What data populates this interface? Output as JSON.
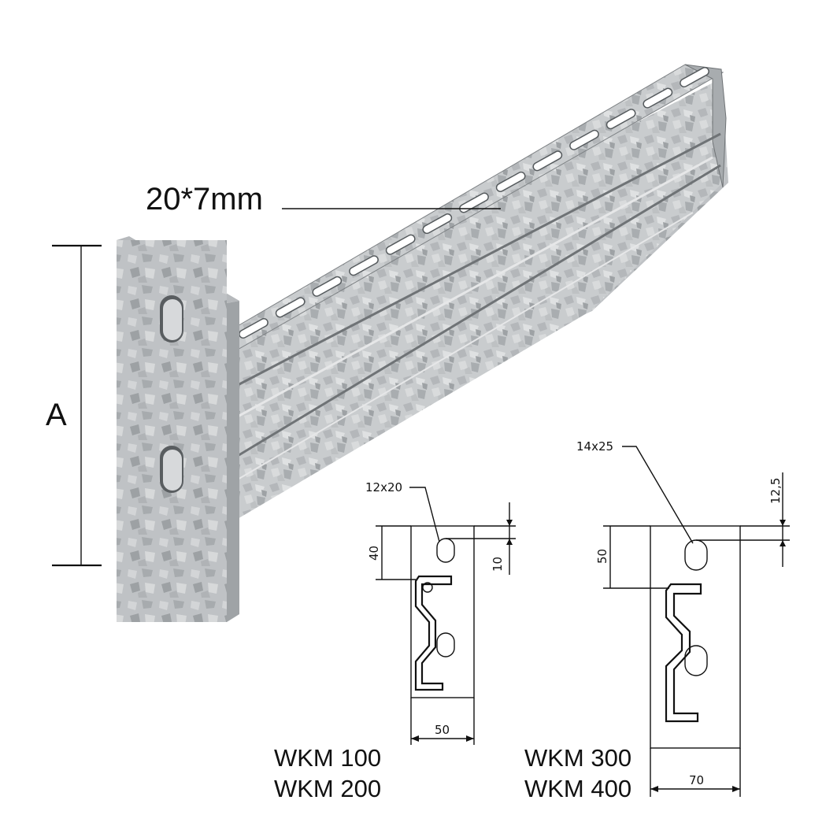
{
  "labels": {
    "slot_size": "20*7mm",
    "dim_A": "A"
  },
  "left_plate": {
    "hole": "12x20",
    "height_dim": "40",
    "offset_dim": "10",
    "width_dim": "50",
    "models": [
      "WKM 100",
      "WKM 200"
    ]
  },
  "right_plate": {
    "hole": "14x25",
    "height_dim": "50",
    "offset_dim": "12,5",
    "width_dim": "70",
    "models": [
      "WKM 300",
      "WKM 400"
    ]
  },
  "colors": {
    "metal_light": "#d6d8da",
    "metal_mid": "#b9bcbf",
    "metal_dark": "#8e9295",
    "line": "#111111"
  }
}
